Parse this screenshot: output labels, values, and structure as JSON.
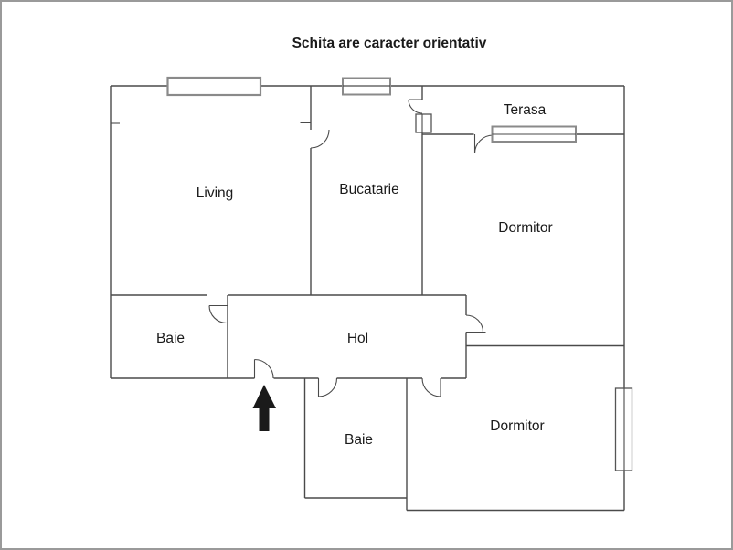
{
  "title": "Schita are caracter orientativ",
  "floorplan": {
    "rooms": [
      {
        "id": "living",
        "label": "Living"
      },
      {
        "id": "bucatarie",
        "label": "Bucatarie"
      },
      {
        "id": "terasa",
        "label": "Terasa"
      },
      {
        "id": "dormitor-1",
        "label": "Dormitor"
      },
      {
        "id": "baie-1",
        "label": "Baie"
      },
      {
        "id": "hol",
        "label": "Hol"
      },
      {
        "id": "baie-2",
        "label": "Baie"
      },
      {
        "id": "dormitor-2",
        "label": "Dormitor"
      }
    ],
    "entrance_marker": "up-arrow",
    "colors": {
      "wall": "#4a4a4a",
      "window_border": "#8a8a8a",
      "frame_border": "#9a9a9a",
      "arrow": "#1a1a1a",
      "background": "#ffffff"
    }
  }
}
